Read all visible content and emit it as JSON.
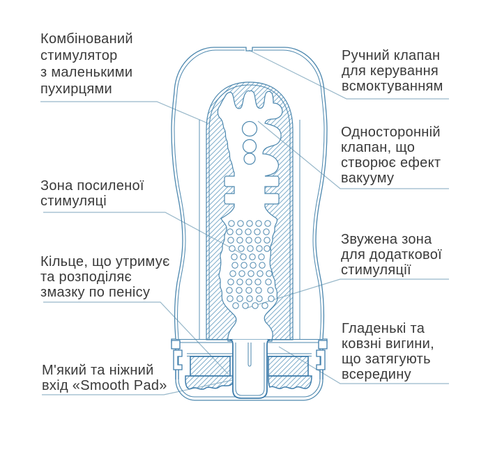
{
  "colors": {
    "outline": "#4c87ae",
    "hatch": "#7fadcb",
    "leader": "#97b7c9",
    "accent": "#3e7cab",
    "text": "#3a3a3a",
    "background": "#ffffff"
  },
  "labels": {
    "combined_stimulator": "Комбінований\nстимулятор\nз маленькими\nпухирцями",
    "manual_valve": "Ручний клапан\nдля керування\nвсмоктуванням",
    "one_way_valve": "Односторонній\nклапан, що\nстворює ефект\nвакууму",
    "intense_zone": "Зона посиленої\nстимуляці",
    "ring": "Кільце, що утримує\nта розподіляє\nзмазку по пенісу",
    "narrow_zone": "Звужена зона\nдля додаткової\nстимуляції",
    "smooth_curves": "Гладенькі та\nковзні вигини,\nщо затягують\nвсередину",
    "smooth_pad": "М'який та ніжний\nвхід «Smooth Pad»"
  }
}
